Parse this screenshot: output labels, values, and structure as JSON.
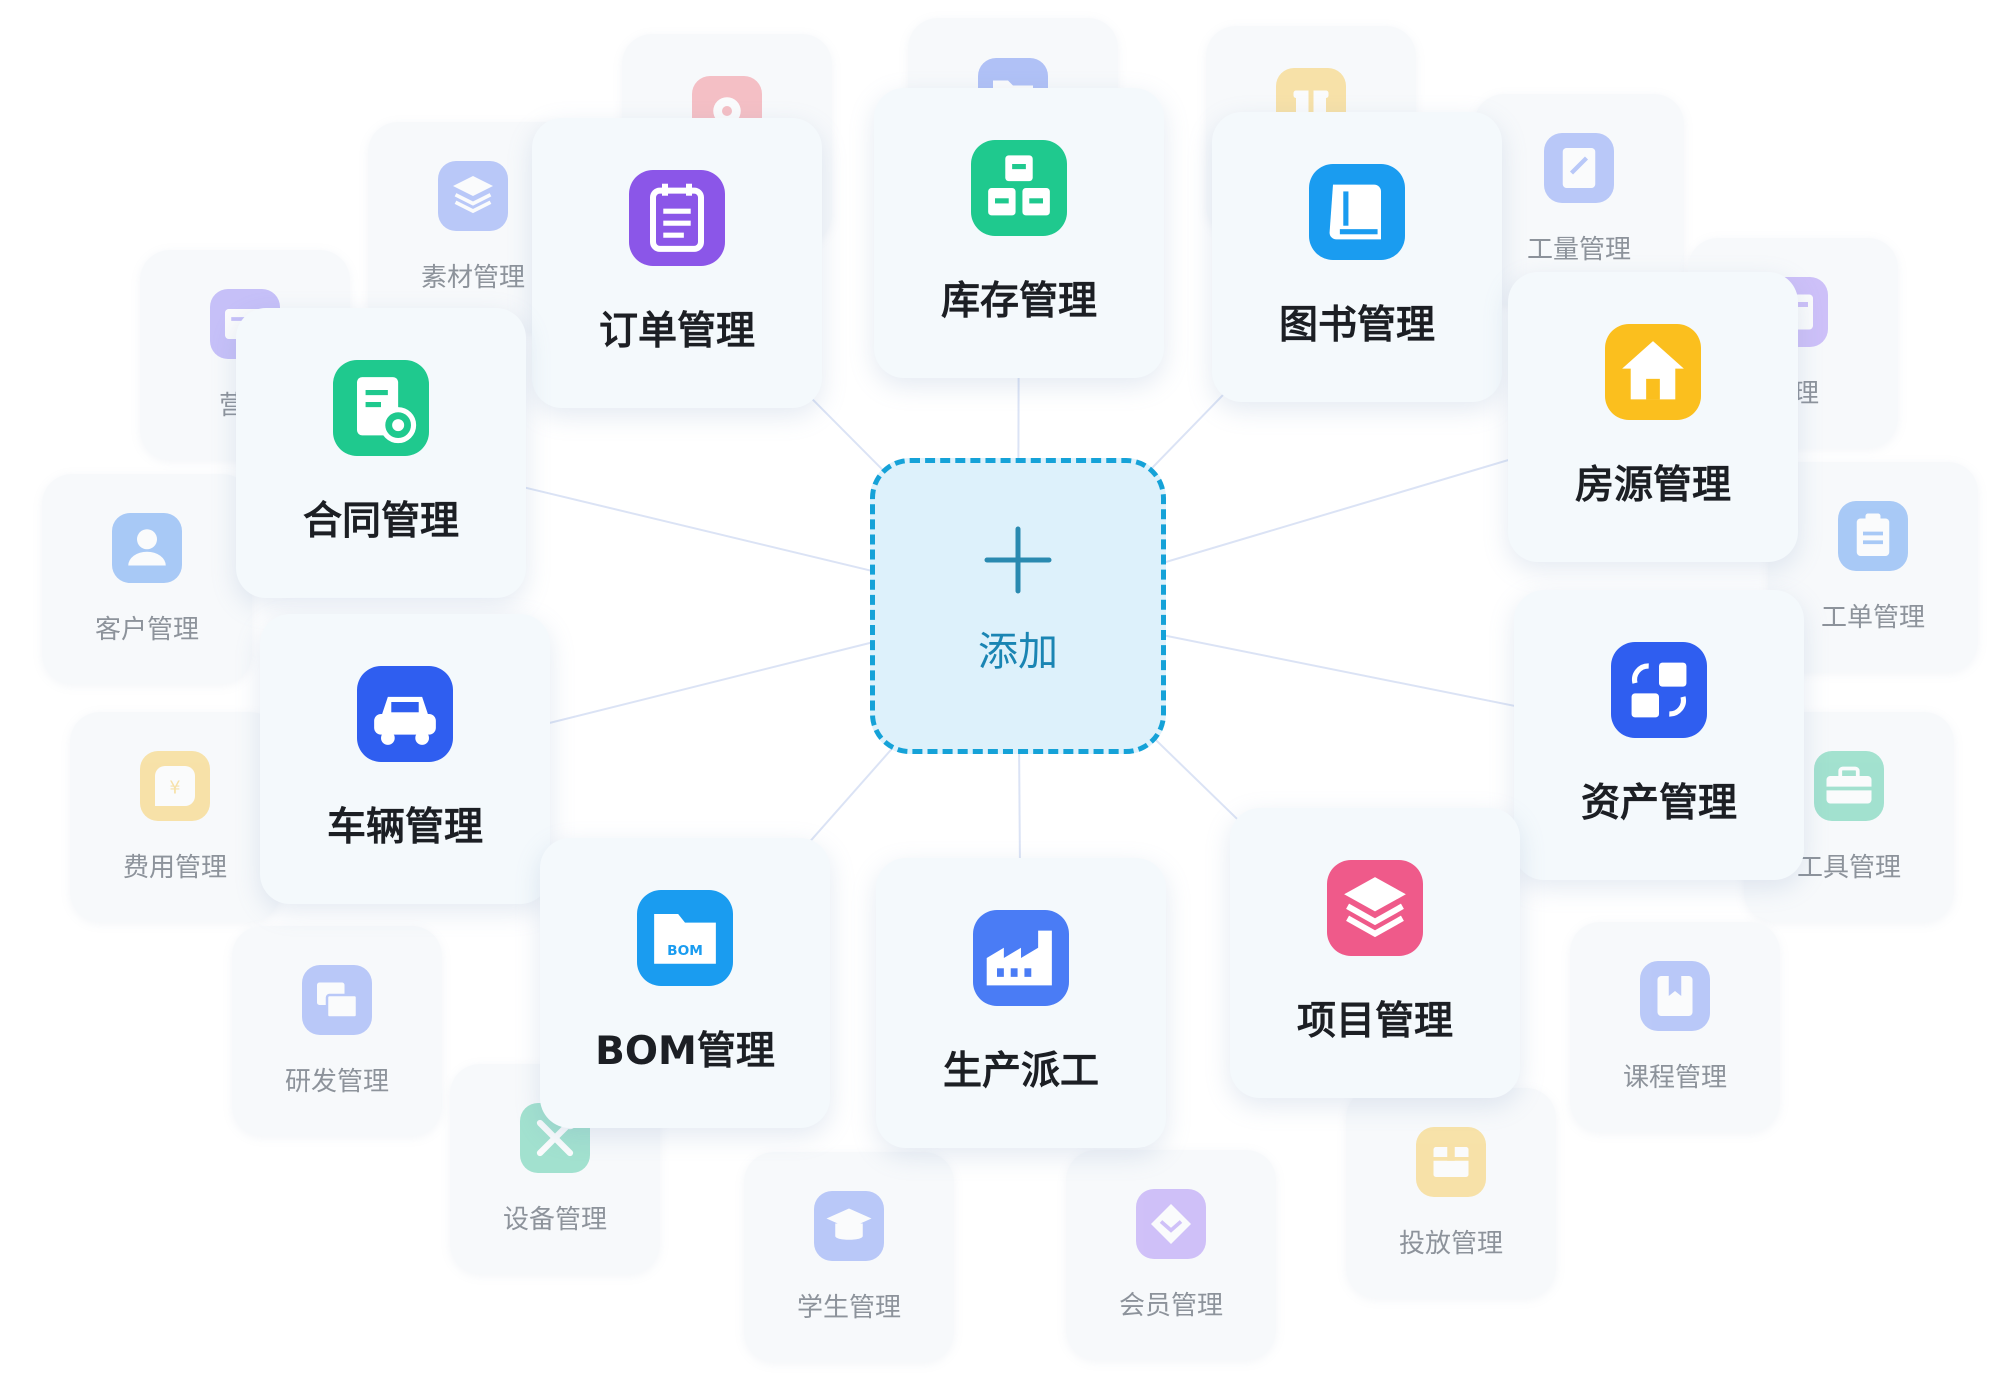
{
  "colors": {
    "accent": "#15a2d8",
    "add_bg": "#ddf1fb",
    "connector": "#dbe3f5"
  },
  "add_button": {
    "label": "添加",
    "icon": "plus-icon"
  },
  "background_modules": [
    {
      "id": "marketing",
      "label": "营销",
      "icon": "megaphone-icon",
      "color": "#8b7cf5"
    },
    {
      "id": "material",
      "label": "素材管理",
      "icon": "layers-icon",
      "color": "#6f8ef5"
    },
    {
      "id": "top-pink",
      "label": "",
      "icon": "badge-icon",
      "color": "#f27a85"
    },
    {
      "id": "top-blue",
      "label": "",
      "icon": "folder-icon",
      "color": "#5c7ef0"
    },
    {
      "id": "top-yellow",
      "label": "",
      "icon": "gift-icon",
      "color": "#f7c545"
    },
    {
      "id": "workload",
      "label": "工量管理",
      "icon": "notebook-icon",
      "color": "#6f8ef5"
    },
    {
      "id": "right-purple",
      "label": "管理",
      "icon": "window-icon",
      "color": "#9b7cf5"
    },
    {
      "id": "customer",
      "label": "客户管理",
      "icon": "user-icon",
      "color": "#4a90f0"
    },
    {
      "id": "work-order",
      "label": "工单管理",
      "icon": "clipboard-icon",
      "color": "#4a90f0"
    },
    {
      "id": "expense",
      "label": "费用管理",
      "icon": "yen-icon",
      "color": "#f7c545"
    },
    {
      "id": "tool",
      "label": "工具管理",
      "icon": "toolbox-icon",
      "color": "#3cc59a"
    },
    {
      "id": "rnd",
      "label": "研发管理",
      "icon": "folders-icon",
      "color": "#6f8ef5"
    },
    {
      "id": "course",
      "label": "课程管理",
      "icon": "bookmark-icon",
      "color": "#6f8ef5"
    },
    {
      "id": "equipment",
      "label": "设备管理",
      "icon": "wrench-icon",
      "color": "#3cc59a"
    },
    {
      "id": "delivery",
      "label": "投放管理",
      "icon": "box-icon",
      "color": "#f7c545"
    },
    {
      "id": "student",
      "label": "学生管理",
      "icon": "graduation-icon",
      "color": "#6f8ef5"
    },
    {
      "id": "member",
      "label": "会员管理",
      "icon": "diamond-icon",
      "color": "#a07cf5"
    }
  ],
  "main_modules": [
    {
      "id": "order",
      "label": "订单管理",
      "icon": "notepad-icon",
      "color": "#8b56e8"
    },
    {
      "id": "inventory",
      "label": "库存管理",
      "icon": "boxes-icon",
      "color": "#1fc98e"
    },
    {
      "id": "book",
      "label": "图书管理",
      "icon": "book-icon",
      "color": "#1a9cf0"
    },
    {
      "id": "contract",
      "label": "合同管理",
      "icon": "contract-icon",
      "color": "#1fc98e"
    },
    {
      "id": "house",
      "label": "房源管理",
      "icon": "house-icon",
      "color": "#fbbf1e"
    },
    {
      "id": "vehicle",
      "label": "车辆管理",
      "icon": "car-icon",
      "color": "#2f5ef0"
    },
    {
      "id": "asset",
      "label": "资产管理",
      "icon": "exchange-icon",
      "color": "#2f5ef0"
    },
    {
      "id": "bom",
      "label": "BOM管理",
      "icon": "bom-folder-icon",
      "color": "#1a9cf0",
      "icon_text": "BOM"
    },
    {
      "id": "production",
      "label": "生产派工",
      "icon": "factory-icon",
      "color": "#4a7cf5"
    },
    {
      "id": "project",
      "label": "项目管理",
      "icon": "stack-icon",
      "color": "#ef5a8a"
    }
  ]
}
